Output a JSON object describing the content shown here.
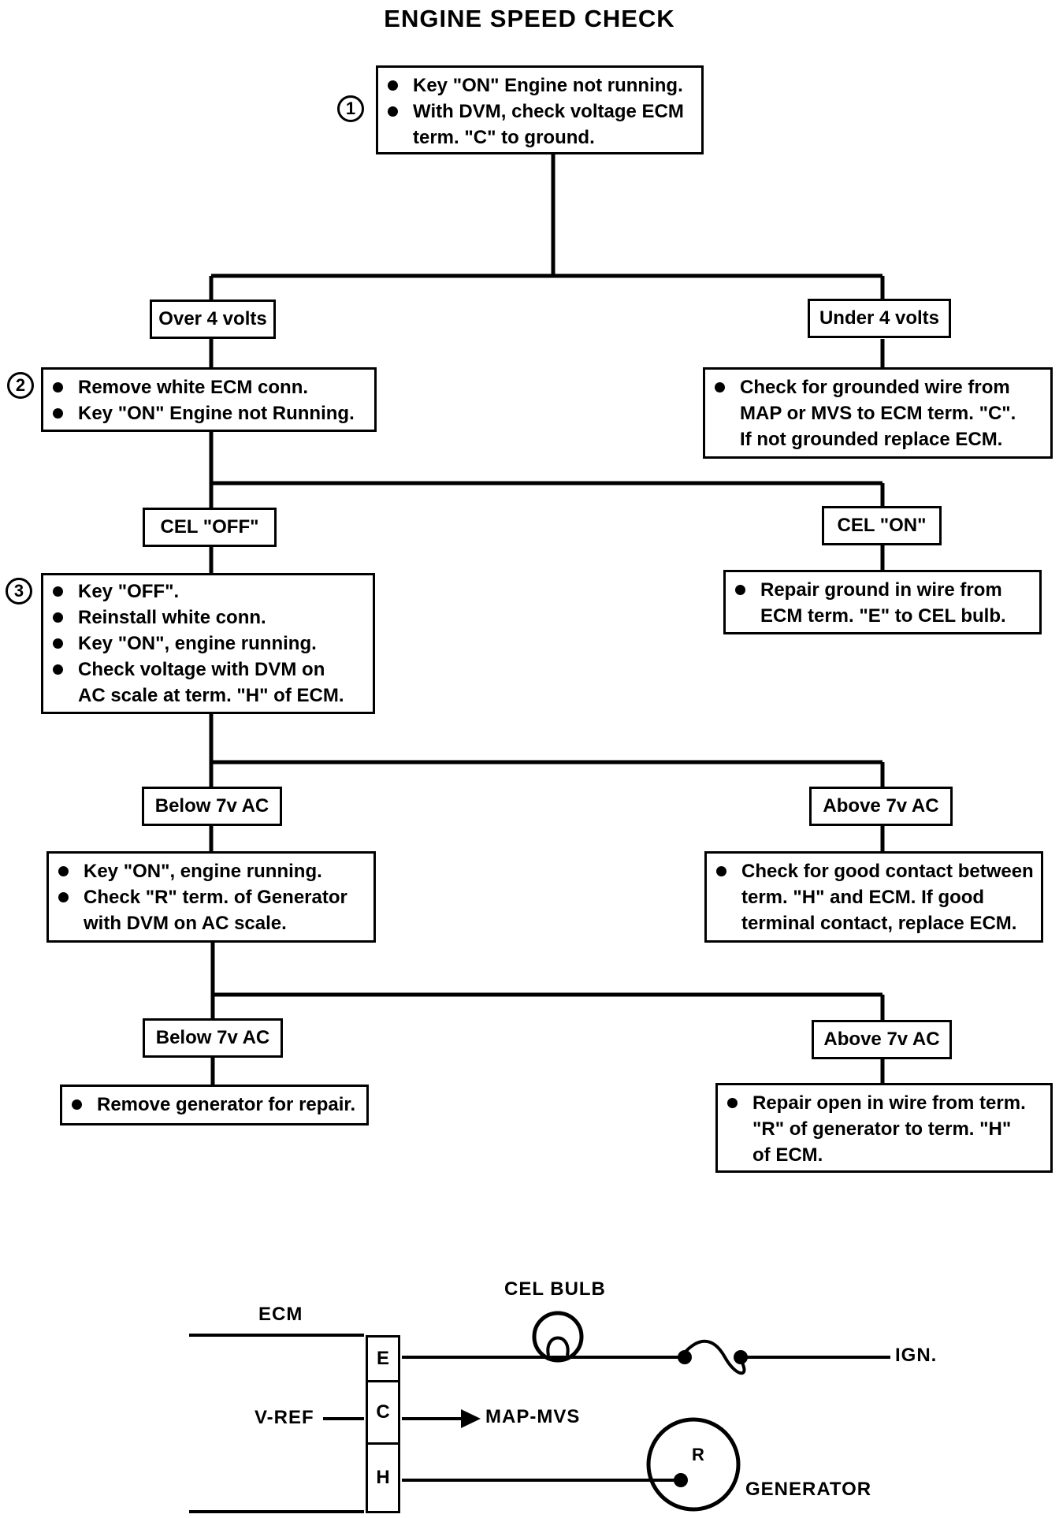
{
  "title": "ENGINE SPEED CHECK",
  "steps": [
    "1",
    "2",
    "3"
  ],
  "boxes": {
    "start": [
      "Key \"ON\" Engine not running.",
      "With DVM, check voltage ECM",
      "term. \"C\" to ground."
    ],
    "remove_conn": [
      "Remove white ECM conn.",
      "Key \"ON\" Engine not Running."
    ],
    "check_ground": [
      "Check for grounded wire from",
      "MAP or MVS to ECM term. \"C\".",
      "If not grounded replace ECM."
    ],
    "key_off": [
      "Key \"OFF\".",
      "Reinstall white conn.",
      "Key \"ON\", engine running.",
      "Check voltage with DVM on",
      "AC scale at term. \"H\" of ECM."
    ],
    "repair_ground": [
      "Repair ground in wire from",
      "ECM term. \"E\" to CEL bulb."
    ],
    "check_r": [
      "Key \"ON\", engine running.",
      "Check \"R\" term. of Generator",
      "with DVM on AC scale."
    ],
    "check_contact": [
      "Check for good contact between",
      "term. \"H\" and ECM. If good",
      "terminal contact, replace ECM."
    ],
    "remove_gen": [
      "Remove generator for repair."
    ],
    "repair_open": [
      "Repair open in wire from term.",
      "\"R\" of generator to term. \"H\"",
      "of ECM."
    ]
  },
  "labels": {
    "over4": "Over 4 volts",
    "under4": "Under 4 volts",
    "cel_off": "CEL \"OFF\"",
    "cel_on": "CEL \"ON\"",
    "below7_a": "Below 7v AC",
    "above7_a": "Above 7v  AC",
    "below7_b": "Below 7v AC",
    "above7_b": "Above 7v AC"
  },
  "wiring": {
    "ecm": "ECM",
    "cel_bulb": "CEL BULB",
    "ign": "IGN.",
    "vref": "V-REF",
    "map_mvs": "MAP-MVS",
    "generator": "GENERATOR",
    "r_terminal": "R",
    "terminals": [
      "E",
      "C",
      "H"
    ]
  }
}
